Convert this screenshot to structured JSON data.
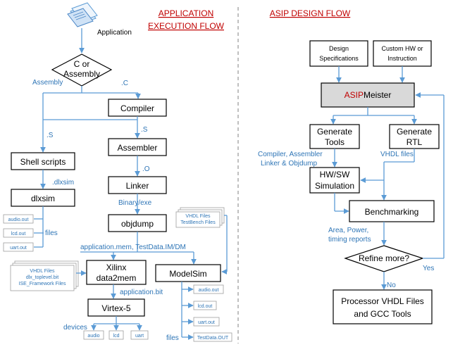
{
  "app_exec": {
    "title_line1": "APPLICATION",
    "title_line2": "EXECUTION FLOW",
    "application_label": "Application",
    "decision_line1": "C or",
    "decision_line2": "Assembly",
    "edge_assembly": "Assembly",
    "edge_c": ".C",
    "compiler": "Compiler",
    "edge_s_left": ".S",
    "edge_s_right": ".S",
    "assembler": "Assembler",
    "shell_scripts": "Shell scripts",
    "edge_o": ".O",
    "linker": "Linker",
    "edge_dlxsim": ".dlxsim",
    "dlxsim": "dlxsim",
    "edge_binary": "Binary/exe",
    "objdump": "objdump",
    "dlx_files": [
      "audio.out",
      "lcd.out",
      "uart.out"
    ],
    "files_label": "files",
    "edge_application_mem": "application.mem, TestData.IM/DM",
    "vhdl_files_left": [
      "VHDL Files",
      "dlx_toplevel.bit",
      "ISE_Framework Files"
    ],
    "vhdl_files_right": [
      "VHDL Files",
      "TestBench Files"
    ],
    "xilinx_line1": "Xilinx",
    "xilinx_line2": "data2mem",
    "modelsim": "ModelSim",
    "edge_application_bit": "application.bit",
    "virtex": "Virtex-5",
    "devices_label": "devices",
    "devices": [
      "audio",
      "lcd",
      "uart"
    ],
    "modelsim_files": [
      "audio.out",
      "lcd.out",
      "uart.out",
      "TestData.OUT"
    ],
    "files_label2": "files"
  },
  "asip": {
    "title": "ASIP DESIGN FLOW",
    "design_spec_line1": "Design",
    "design_spec_line2": "Specifications",
    "custom_hw_line1": "Custom HW or",
    "custom_hw_line2": "Instruction",
    "asipmeister_red": "ASIP",
    "asipmeister_rest": "Meister",
    "gen_tools_line1": "Generate",
    "gen_tools_line2": "Tools",
    "gen_rtl_line1": "Generate",
    "gen_rtl_line2": "RTL",
    "edge_compiler_line1": "Compiler, Assembler",
    "edge_compiler_line2": "Linker & Objdump",
    "edge_vhdl": "VHDL files",
    "hwsw_line1": "HW/SW",
    "hwsw_line2": "Simulation",
    "benchmarking": "Benchmarking",
    "edge_area_line1": "Area, Power,",
    "edge_area_line2": "timing reports",
    "refine": "Refine more?",
    "yes": "Yes",
    "no": "No",
    "final_line1": "Processor VHDL Files",
    "final_line2": "and GCC Tools"
  }
}
